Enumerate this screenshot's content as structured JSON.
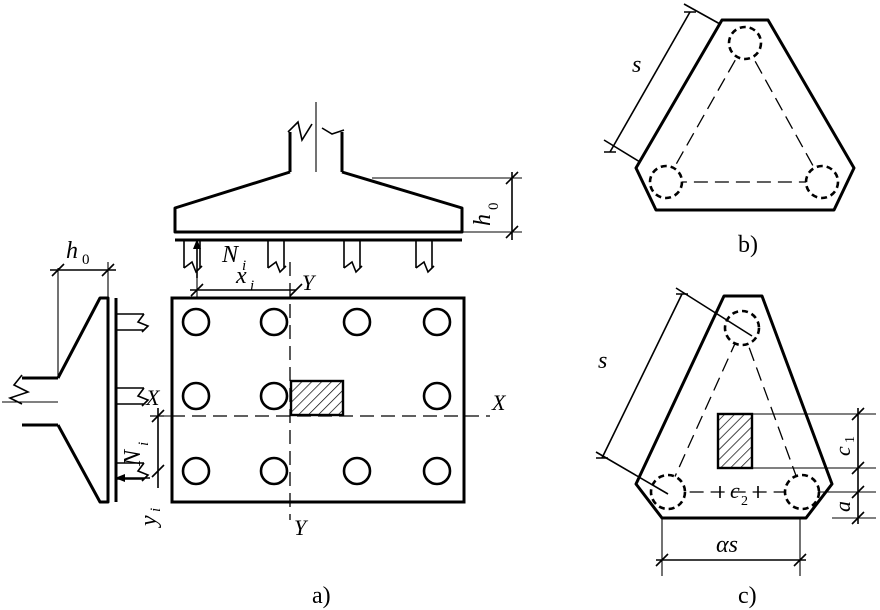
{
  "labels": {
    "a": "a)",
    "b": "b)",
    "c": "c)",
    "h0_top": "h",
    "h0_left": "h",
    "h0_sub": "0",
    "Ni_top": "N",
    "Ni_left": "N",
    "i_sub": "i",
    "xi": "x",
    "yi": "y",
    "Y_top": "Y",
    "Y_bottom": "Y",
    "X_left": "X",
    "X_right": "X",
    "s_b": "s",
    "s_c": "s",
    "c1": "c",
    "c1_sub": "1",
    "c2": "c",
    "c2_sub": "2",
    "a_dim": "a",
    "alpha_s": "αs"
  }
}
